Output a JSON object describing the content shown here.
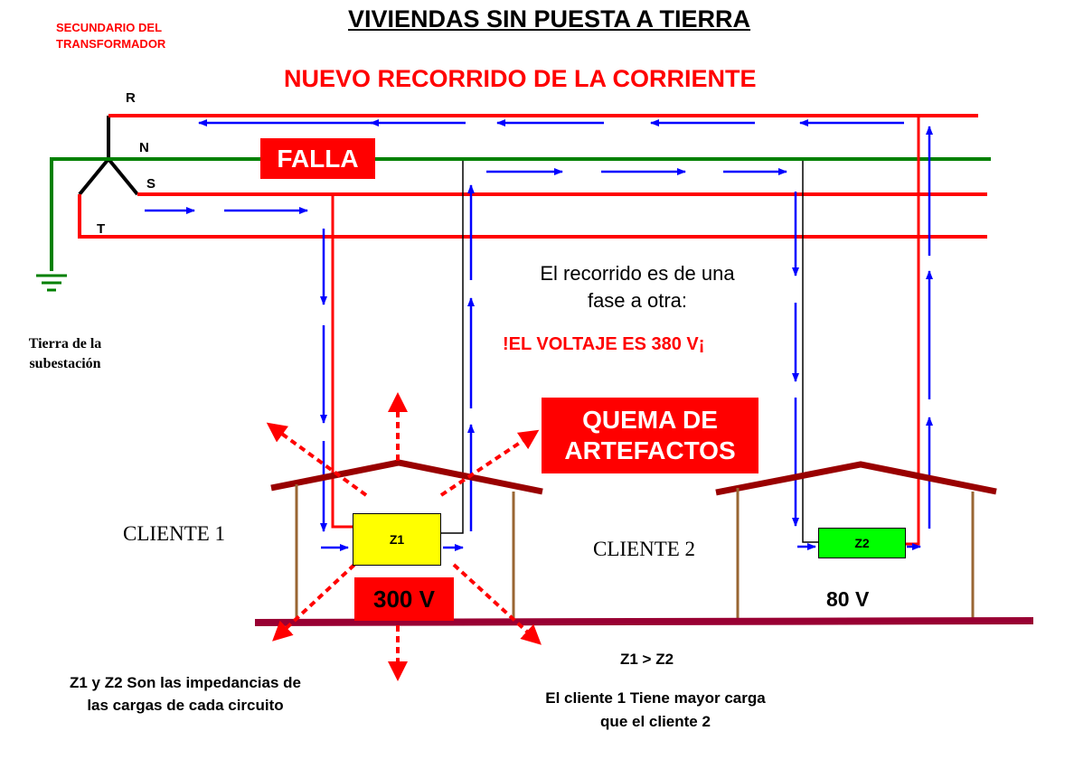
{
  "header": {
    "transformer_label": "SECUNDARIO DEL\nTRANSFORMADOR",
    "title": "VIVIENDAS SIN PUESTA A TIERRA",
    "subtitle": "NUEVO RECORRIDO DE LA CORRIENTE"
  },
  "phases": {
    "r": "R",
    "n": "N",
    "s": "S",
    "t": "T"
  },
  "ground_label": "Tierra de la\nsubestación",
  "fault_label": "FALLA",
  "path_note": "El recorrido es de una\nfase a otra:",
  "voltage_warning": "!EL VOLTAJE ES 380 V¡",
  "burn_label": "QUEMA DE\nARTEFACTOS",
  "client1": {
    "label": "CLIENTE 1",
    "load": "Z1",
    "voltage": "300 V"
  },
  "client2": {
    "label": "CLIENTE 2",
    "load": "Z2",
    "voltage": "80 V"
  },
  "comparison": "Z1 > Z2",
  "impedance_note": "Z1 y Z2 Son las impedancias de\nlas cargas de cada circuito",
  "load_note": "El cliente 1 Tiene mayor carga\nque el cliente 2",
  "colors": {
    "phase_line": "#ff0000",
    "neutral_line": "#008000",
    "arrow": "#0000ff",
    "roof": "#990000",
    "ground_bar": "#990033",
    "wall": "#996633",
    "z1_fill": "#ffff00",
    "z2_fill": "#00ff00"
  }
}
